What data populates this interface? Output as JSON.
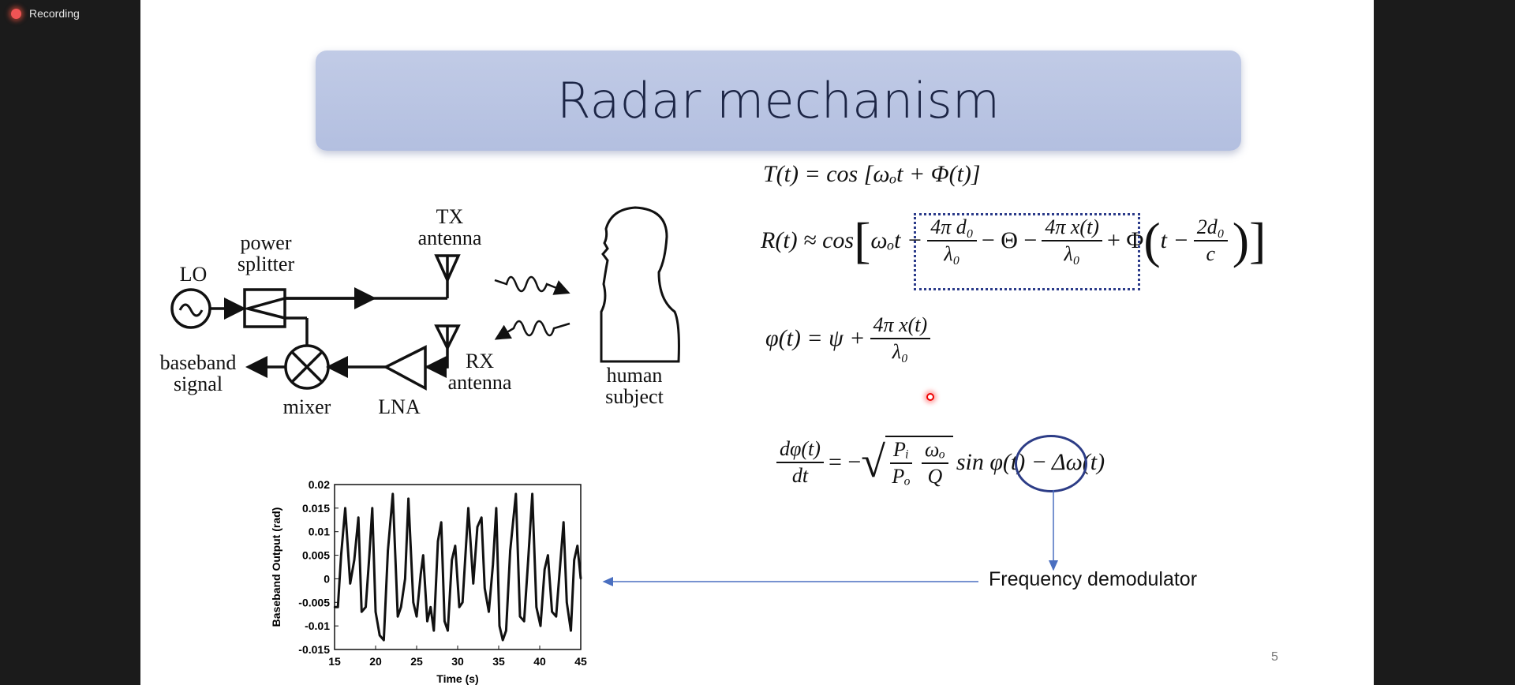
{
  "recording": {
    "label": "Recording",
    "color": "#f05454"
  },
  "slide": {
    "title": "Radar mechanism",
    "page_number": "5",
    "diagram": {
      "lo": "LO",
      "power_splitter": [
        "power",
        "splitter"
      ],
      "tx_antenna": [
        "TX",
        "antenna"
      ],
      "rx_antenna": [
        "RX",
        "antenna"
      ],
      "baseband_signal": [
        "baseband",
        "signal"
      ],
      "mixer": "mixer",
      "lna": "LNA",
      "human_subject": [
        "human",
        "subject"
      ]
    },
    "equations": {
      "T": "T(t) = cos [ωₒt + Φ(t)]",
      "R": {
        "lhs": "R(t) ≈ cos",
        "wt": "ωₒt −",
        "f1n": "4π d₀",
        "f1d": "λ₀",
        "theta": "− Θ −",
        "f2n": "4π x(t)",
        "f2d": "λ₀",
        "phi": "+ Φ",
        "t": "t −",
        "f3n": "2d₀",
        "f3d": "c"
      },
      "phi": {
        "lhs": "φ(t) = ψ +",
        "num": "4π x(t)",
        "den": "λ₀"
      },
      "dphi": {
        "num": "dφ(t)",
        "den": "dt",
        "eq": "= −",
        "pin": "Pᵢ",
        "pod": "Pₒ",
        "won": "ωₒ",
        "qd": "Q",
        "sin": "sin φ(t) −",
        "dw": "Δω(t)"
      }
    },
    "demodulator_label": "Frequency demodulator",
    "accent_color": "#2c3c86"
  },
  "chart_data": {
    "type": "line",
    "title": "",
    "xlabel": "Time (s)",
    "ylabel": "Baseband Output (rad)",
    "xlim": [
      15,
      45
    ],
    "ylim": [
      -0.015,
      0.02
    ],
    "xticks": [
      "15",
      "20",
      "25",
      "30",
      "35",
      "40",
      "45"
    ],
    "yticks": [
      "-0.015",
      "-0.01",
      "-0.005",
      "0",
      "0.005",
      "0.01",
      "0.015",
      "0.02"
    ],
    "x": [
      15,
      15.4,
      15.8,
      16.3,
      16.9,
      17.4,
      17.9,
      18.3,
      18.8,
      19.2,
      19.6,
      20.0,
      20.5,
      21.0,
      21.5,
      22.1,
      22.7,
      23.1,
      23.6,
      24.0,
      24.6,
      25.0,
      25.5,
      25.8,
      26.3,
      26.7,
      27.1,
      27.6,
      28.0,
      28.4,
      28.8,
      29.3,
      29.7,
      30.2,
      30.6,
      31.3,
      31.9,
      32.4,
      32.9,
      33.3,
      33.8,
      34.3,
      34.7,
      35.1,
      35.5,
      35.9,
      36.4,
      37.1,
      37.6,
      38.1,
      38.6,
      39.1,
      39.6,
      40.1,
      40.6,
      41.0,
      41.5,
      42.0,
      42.4,
      42.9,
      43.3,
      43.8,
      44.2,
      44.6,
      45
    ],
    "y": [
      -0.006,
      -0.006,
      0.005,
      0.015,
      -0.001,
      0.004,
      0.013,
      -0.007,
      -0.006,
      0.004,
      0.015,
      -0.007,
      -0.012,
      -0.013,
      0.006,
      0.018,
      -0.008,
      -0.006,
      0.0,
      0.017,
      -0.005,
      -0.008,
      0.001,
      0.005,
      -0.009,
      -0.006,
      -0.011,
      0.008,
      0.012,
      -0.009,
      -0.011,
      0.004,
      0.007,
      -0.006,
      -0.005,
      0.015,
      -0.001,
      0.011,
      0.013,
      -0.002,
      -0.007,
      0.003,
      0.015,
      -0.01,
      -0.013,
      -0.011,
      0.006,
      0.018,
      -0.008,
      -0.009,
      0.004,
      0.018,
      -0.006,
      -0.01,
      0.002,
      0.005,
      -0.007,
      -0.008,
      0.001,
      0.012,
      -0.005,
      -0.011,
      0.004,
      0.007,
      0.0
    ]
  }
}
